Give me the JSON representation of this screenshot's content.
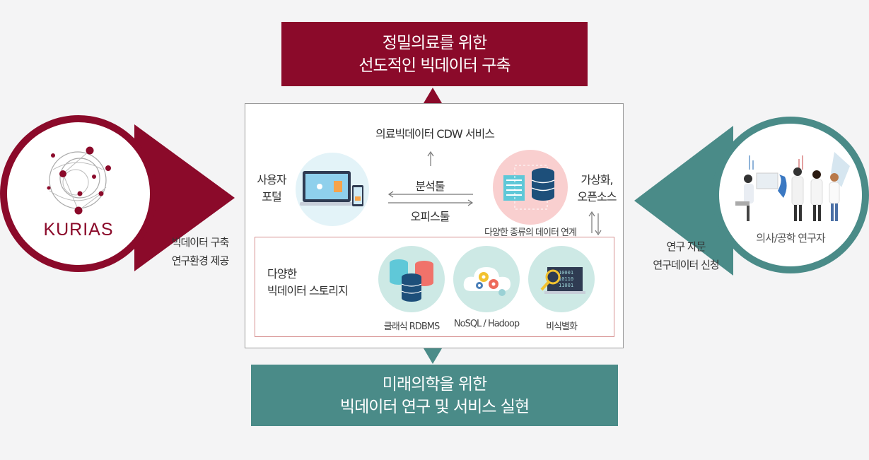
{
  "top_banner": {
    "line1": "정밀의료를 위한",
    "line2": "선도적인 빅데이터 구축"
  },
  "bottom_banner": {
    "line1": "미래의학을 위한",
    "line2": "빅데이터 연구 및 서비스 실현"
  },
  "center": {
    "cdw_service": "의료빅데이터 CDW 서비스",
    "user_portal_line1": "사용자",
    "user_portal_line2": "포털",
    "analysis_tool": "분석툴",
    "office_tool": "오피스툴",
    "virtualization_line1": "가상화,",
    "virtualization_line2": "오픈소스",
    "data_link": "다양한 종류의 데이터 연계"
  },
  "storage": {
    "title_line1": "다양한",
    "title_line2": "빅데이터 스토리지",
    "items": [
      {
        "label": "클래식 RDBMS"
      },
      {
        "label": "NoSQL / Hadoop"
      },
      {
        "label": "비식별화"
      }
    ]
  },
  "left": {
    "logo_text": "KURIAS",
    "caption_line1": "빅데이터 구축",
    "caption_line2": "연구환경 제공"
  },
  "right": {
    "circle_label": "의사/공학 연구자",
    "caption_line1": "연구 자문",
    "caption_line2": "연구데이터 신청"
  },
  "colors": {
    "burgundy": "#8b0a2a",
    "teal": "#4a8b88"
  }
}
